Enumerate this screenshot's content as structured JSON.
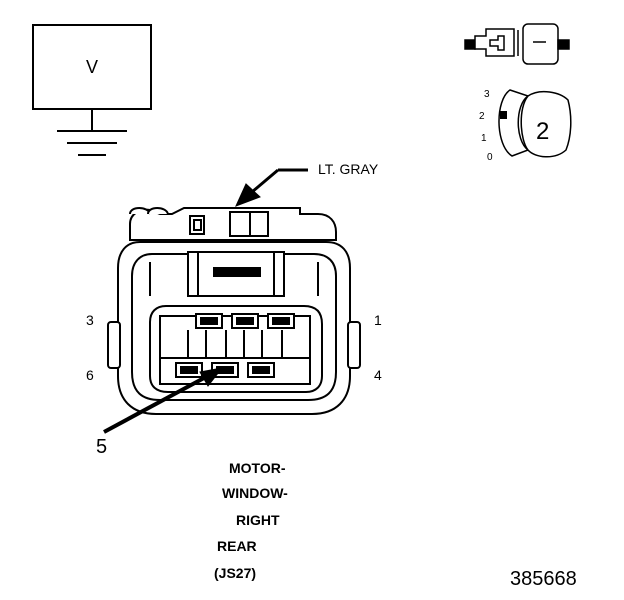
{
  "meter_box": {
    "label": "V"
  },
  "meter_position_scale": [
    "3",
    "2",
    "1",
    "0"
  ],
  "meter_position_value": "2",
  "connector": {
    "color_callout": "LT. GRAY",
    "pin_labels": {
      "p1": "1",
      "p3": "3",
      "p4": "4",
      "p5": "5",
      "p6": "6"
    },
    "name_lines": [
      "MOTOR-",
      "WINDOW-",
      "RIGHT",
      "REAR",
      "(JS27)"
    ]
  },
  "figure_number": "385668"
}
